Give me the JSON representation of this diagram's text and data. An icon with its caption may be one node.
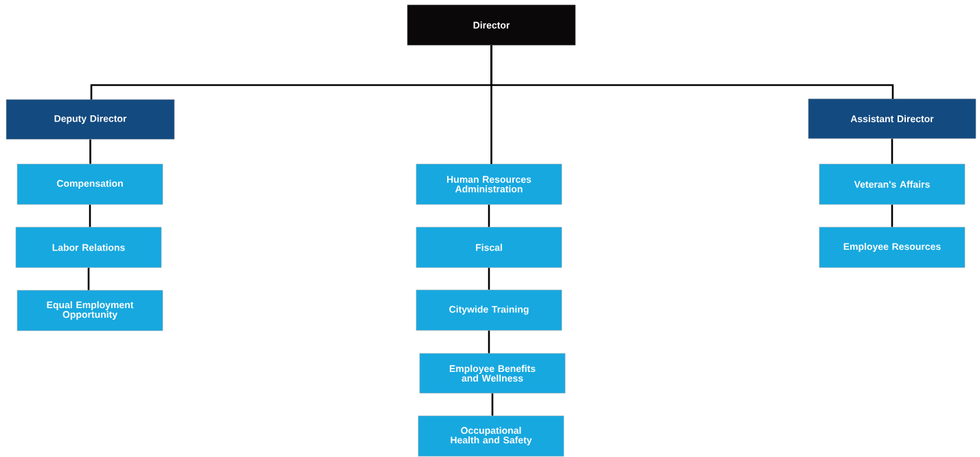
{
  "diagram": {
    "nodes": [
      {
        "text": [
          "Director"
        ]
      },
      {
        "text": [
          "Deputy Director"
        ]
      },
      {
        "text": [
          "Compensation"
        ]
      },
      {
        "text": [
          "Labor Relations"
        ]
      },
      {
        "text": [
          "Equal Employment Opportunity"
        ]
      },
      {
        "text": [
          "Human Resources Administration"
        ]
      },
      {
        "text": [
          "Fiscal"
        ]
      },
      {
        "text": [
          "Citywide Training"
        ]
      },
      {
        "text": [
          "Employee Benefits and Wellness"
        ]
      },
      {
        "text": [
          "Occupational Health and Safety"
        ]
      },
      {
        "text": [
          "Assistant Director"
        ]
      },
      {
        "text": [
          "Veteran's Affairs"
        ]
      },
      {
        "text": [
          "Employee Resources"
        ]
      }
    ],
    "edges": [
      {
        "from": 0,
        "to": 1,
        "arrow": "none"
      },
      {
        "from": 0,
        "to": 5,
        "arrow": "none"
      },
      {
        "from": 0,
        "to": 10,
        "arrow": "none"
      },
      {
        "from": 1,
        "to": 2,
        "arrow": "none"
      },
      {
        "from": 2,
        "to": 3,
        "arrow": "none"
      },
      {
        "from": 3,
        "to": 4,
        "arrow": "none"
      },
      {
        "from": 5,
        "to": 6,
        "arrow": "none"
      },
      {
        "from": 6,
        "to": 7,
        "arrow": "none"
      },
      {
        "from": 7,
        "to": 8,
        "arrow": "none"
      },
      {
        "from": 8,
        "to": 9,
        "arrow": "none"
      },
      {
        "from": 10,
        "to": 11,
        "arrow": "none"
      },
      {
        "from": 11,
        "to": 12,
        "arrow": "none"
      }
    ]
  }
}
